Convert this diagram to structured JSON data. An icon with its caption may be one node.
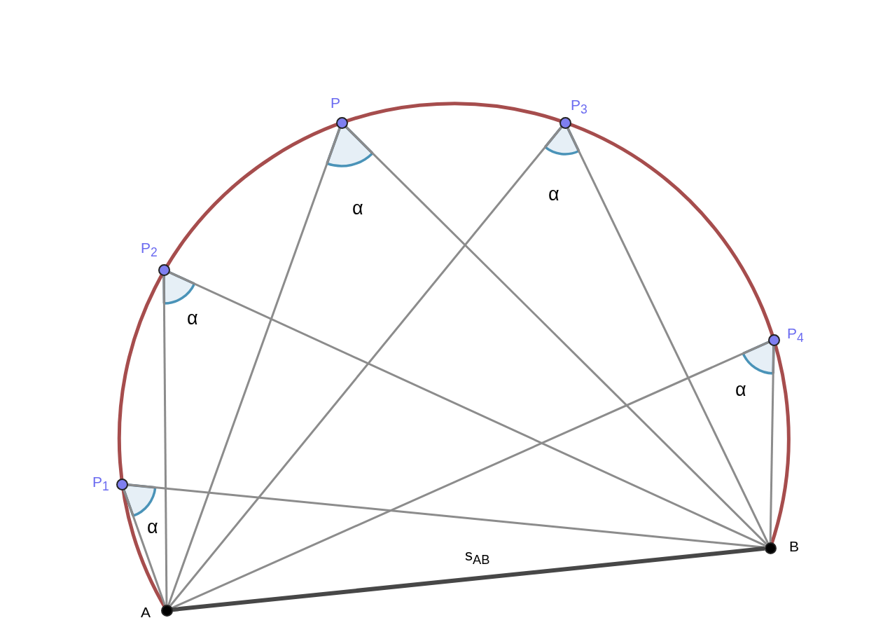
{
  "diagram": {
    "nodes": [
      {
        "text": [
          "P"
        ],
        "beside": [
          "α"
        ]
      },
      {
        "text": [
          "P$_{3}$"
        ],
        "beside": [
          "α"
        ]
      },
      {
        "text": [
          "P$_{2}$"
        ],
        "beside": [
          "α"
        ]
      },
      {
        "text": [
          "P$_{4}$"
        ],
        "beside": [
          "α"
        ]
      },
      {
        "text": [
          "P$_{1}$"
        ],
        "beside": [
          "α"
        ]
      },
      {
        "text": [
          "B"
        ]
      },
      {
        "text": [
          "A"
        ]
      }
    ],
    "edges": [
      {
        "from": 0,
        "to": 6,
        "arrow": "none"
      },
      {
        "from": 0,
        "to": 5,
        "arrow": "none"
      },
      {
        "from": 1,
        "to": 6,
        "arrow": "none"
      },
      {
        "from": 1,
        "to": 5,
        "arrow": "none"
      },
      {
        "from": 2,
        "to": 6,
        "arrow": "none"
      },
      {
        "from": 2,
        "to": 5,
        "arrow": "none"
      },
      {
        "from": 3,
        "to": 6,
        "arrow": "none"
      },
      {
        "from": 3,
        "to": 5,
        "arrow": "none"
      },
      {
        "from": 4,
        "to": 6,
        "arrow": "none"
      },
      {
        "from": 4,
        "to": 5,
        "arrow": "none"
      },
      {
        "from": 6,
        "to": 5,
        "arrow": "none",
        "label": "s$_{AB}$",
        "style": "thick",
        "color": "#474747"
      }
    ]
  }
}
